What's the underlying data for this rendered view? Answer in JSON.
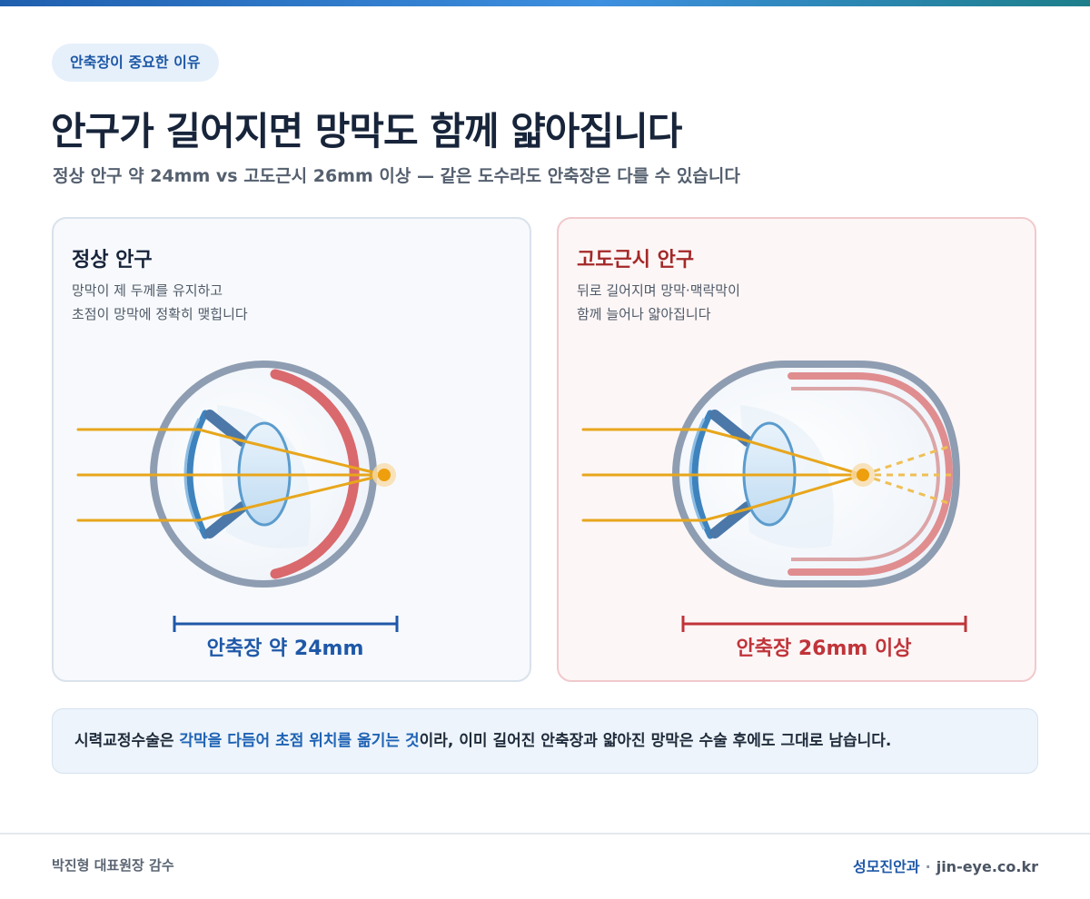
{
  "header": {
    "badge": "안축장이 중요한 이유",
    "title": "안구가 길어지면 망막도 함께 얇아집니다",
    "subtitle": "정상 안구 약 24mm vs 고도근시 26mm 이상 — 같은 도수라도 안축장은 다를 수 있습니다"
  },
  "cards": [
    {
      "title": "정상 안구",
      "desc_line1": "망막이 제 두께를 유지하고",
      "desc_line2": "초점이 망막에 정확히 맺힙니다",
      "axial_label": "안축장 약 24mm"
    },
    {
      "title": "고도근시 안구",
      "desc_line1": "뒤로 길어지며 망막·맥락막이",
      "desc_line2": "함께 늘어나 얇아집니다",
      "axial_label": "안축장 26mm 이상"
    }
  ],
  "callout": {
    "prefix": "시력교정수술은 ",
    "highlight": "각막을 다듬어 초점 위치를 옮기는 것",
    "suffix": "이라, 이미 길어진 안축장과 얇아진 망막은 수술 후에도 그대로 남습니다."
  },
  "footer": {
    "reviewer": "박진형 대표원장 감수",
    "brand": "성모진안과",
    "separator": "·",
    "site": "jin-eye.co.kr"
  },
  "colors": {
    "brand_blue": "#1f58a8",
    "myopia_red": "#c0343a",
    "light_ray": "#e8a61c",
    "sclera": "#8e9db1",
    "retina": "#d9696d"
  }
}
